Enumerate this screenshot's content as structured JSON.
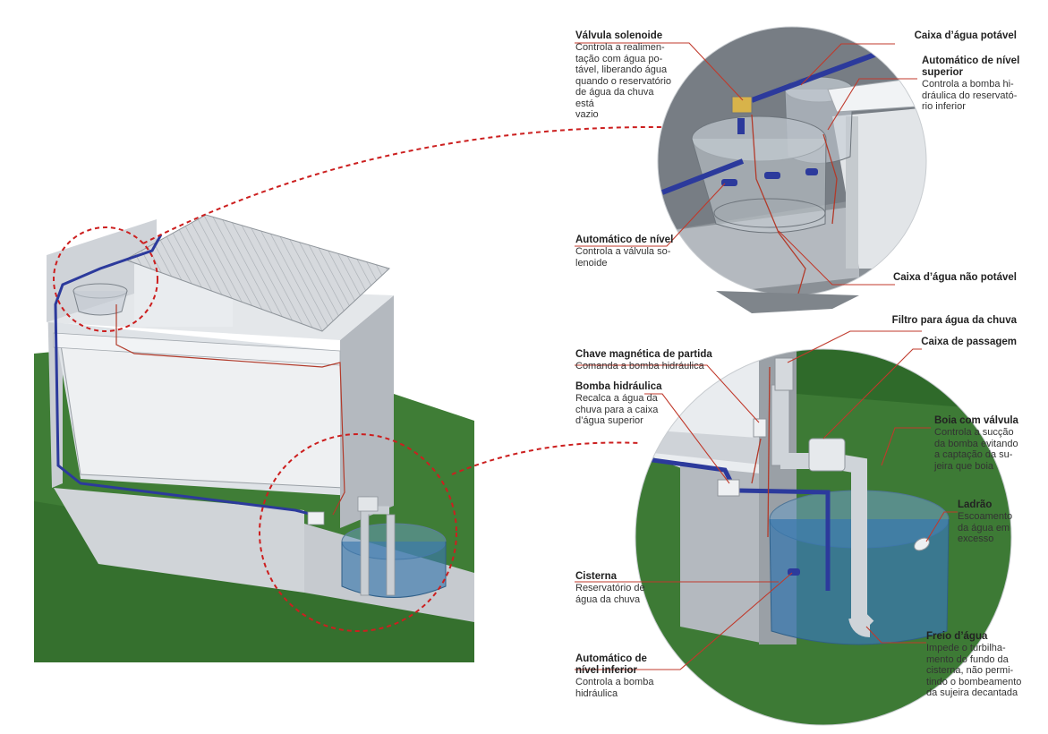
{
  "colors": {
    "grass": "#3d7a35",
    "wall_light": "#e9ecef",
    "wall_gray": "#b9bec4",
    "roof": "#cfd3d8",
    "tank_blue": "#3a78ad",
    "pipe_blue": "#2c3a9c",
    "wire_red": "#b23a2a",
    "leader": "#c0392b",
    "dashed": "#cc1f1f"
  },
  "labels": {
    "valvula_solenoide": {
      "title": "Válvula solenoide",
      "text": [
        "Controla a realimen-",
        "tação com água po-",
        "tável, liberando água",
        "quando o reservatório",
        "de água da chuva está",
        "vazio"
      ]
    },
    "caixa_potavel": {
      "title": "Caixa d’água potável"
    },
    "automatico_superior": {
      "title": [
        "Automático de nível",
        "superior"
      ],
      "text": [
        "Controla a bomba hi-",
        "dráulica do reservató-",
        "rio inferior"
      ]
    },
    "automatico_nivel": {
      "title": "Automático de nível",
      "text": [
        "Controla a válvula so-",
        "lenoide"
      ]
    },
    "caixa_nao_potavel": {
      "title": "Caixa d’água não potável"
    },
    "filtro": {
      "title": "Filtro para água da chuva"
    },
    "caixa_passagem": {
      "title": "Caixa de passagem"
    },
    "chave_magnetica": {
      "title": "Chave magnética de partida",
      "text": [
        "Comanda a bomba hidráulica"
      ]
    },
    "bomba": {
      "title": "Bomba hidráulica",
      "text": [
        "Recalca a água da",
        "chuva para a caixa",
        "d’água superior"
      ]
    },
    "boia": {
      "title": "Boia com válvula",
      "text": [
        "Controla a sucção",
        "da bomba evitando",
        "a captação da su-",
        "jeira que boia"
      ]
    },
    "ladrao": {
      "title": "Ladrão",
      "text": [
        "Escoamento",
        "da água em",
        "excesso"
      ]
    },
    "cisterna": {
      "title": "Cisterna",
      "text": [
        "Reservatório de",
        "água da chuva"
      ]
    },
    "freio": {
      "title": "Freio d’água",
      "text": [
        "Impede o turbilha-",
        "mento do fundo da",
        "cisterna, não permi-",
        "tindo o bombeamento",
        "da sujeira decantada"
      ]
    },
    "automatico_inferior": {
      "title": [
        "Automático de",
        "nível inferior"
      ],
      "text": [
        "Controla a bomba",
        "hidráulica"
      ]
    }
  }
}
